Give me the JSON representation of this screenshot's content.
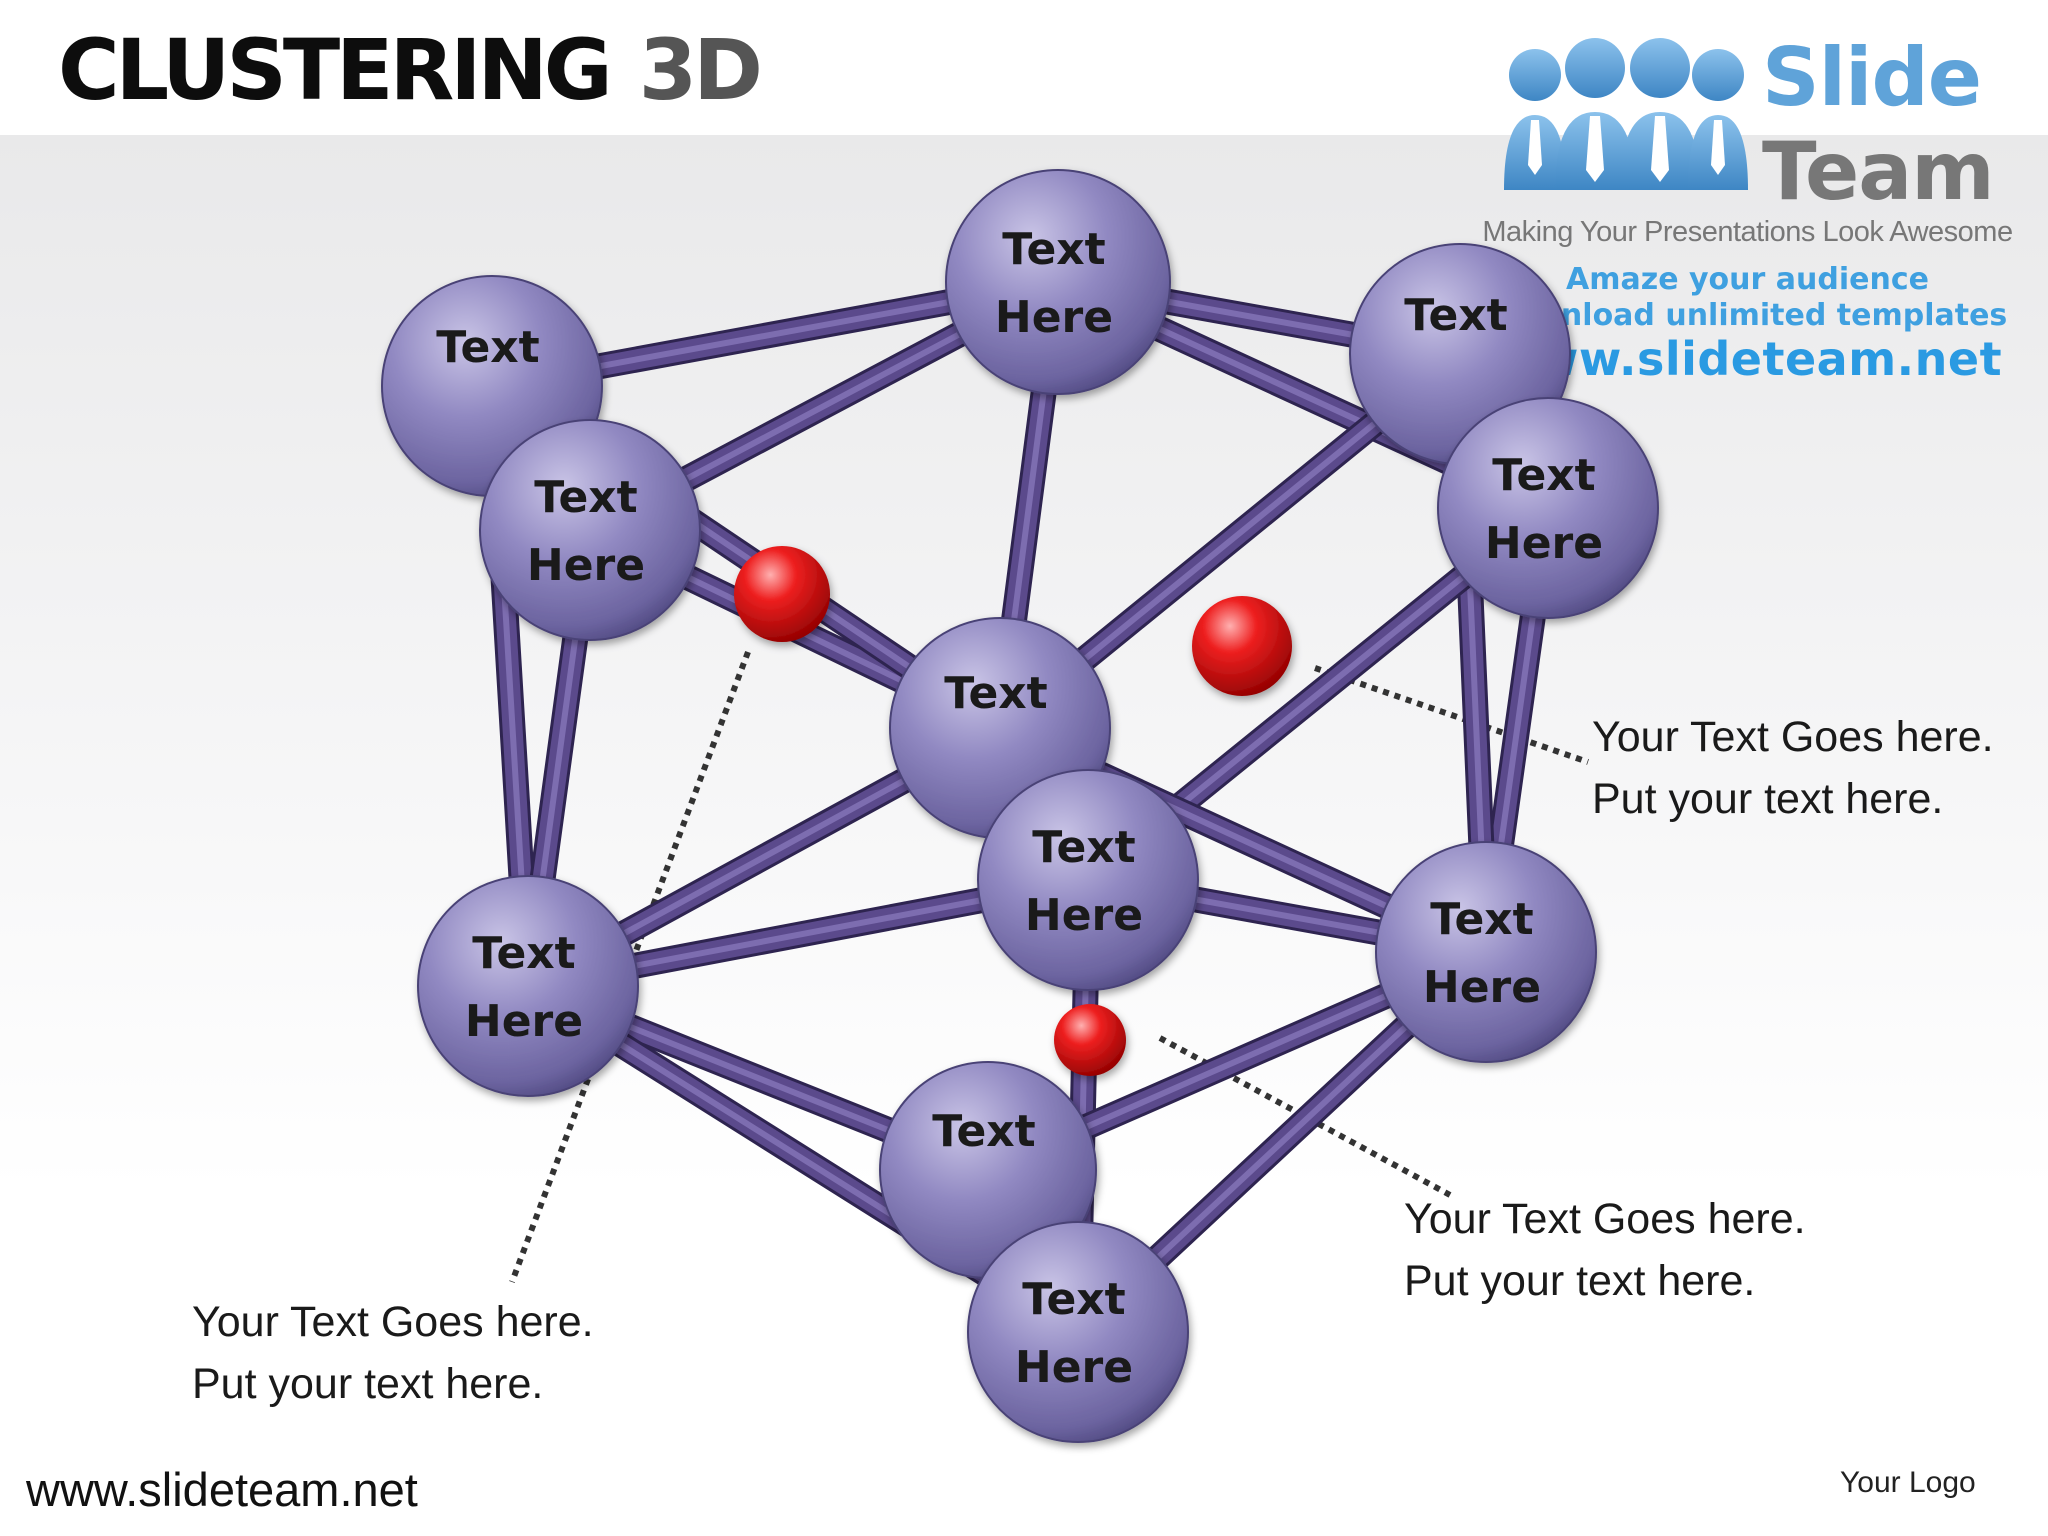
{
  "title": {
    "word1": "CLUSTERING",
    "word2": "3D"
  },
  "logo": {
    "brand_line1": "Slide",
    "brand_line2": "Team",
    "tagline": "Making Your Presentations Look Awesome",
    "promo_line1": "Amaze your audience",
    "promo_line2": "Download unlimited templates",
    "promo_url": "www.slideteam.net"
  },
  "nodes": [
    {
      "id": "top",
      "line1": "Text",
      "line2": "Here"
    },
    {
      "id": "upper-left-back",
      "line1": "Text",
      "line2": ""
    },
    {
      "id": "upper-right-back",
      "line1": "Text",
      "line2": ""
    },
    {
      "id": "upper-left-front",
      "line1": "Text",
      "line2": "Here"
    },
    {
      "id": "upper-right-front",
      "line1": "Text",
      "line2": "Here"
    },
    {
      "id": "center",
      "line1": "Text",
      "line2": ""
    },
    {
      "id": "center-front",
      "line1": "Text",
      "line2": "Here"
    },
    {
      "id": "lower-left",
      "line1": "Text",
      "line2": "Here"
    },
    {
      "id": "lower-right",
      "line1": "Text",
      "line2": "Here"
    },
    {
      "id": "bottom-back",
      "line1": "Text",
      "line2": ""
    },
    {
      "id": "bottom-front",
      "line1": "Text",
      "line2": "Here"
    }
  ],
  "callouts": [
    {
      "line1": "Your Text Goes here.",
      "line2": "Put your text here."
    },
    {
      "line1": "Your Text Goes here.",
      "line2": "Put your text here."
    },
    {
      "line1": "Your Text Goes here.",
      "line2": "Put your text here."
    }
  ],
  "footer": {
    "url": "www.slideteam.net",
    "logo_text": "Your Logo"
  },
  "colors": {
    "node": "#8f87bd",
    "node_dark": "#5d5590",
    "rod": "#5b4a8c",
    "marker": "#e01010",
    "title": "#0d0d0d",
    "title_accent": "#555555",
    "brand_blue": "#5fa3d9",
    "brand_grey": "#777777"
  }
}
